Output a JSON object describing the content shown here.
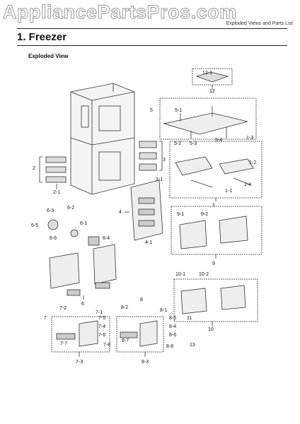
{
  "watermark": "AppliancePartsPros.com",
  "header_note": "Exploded Views and Parts List",
  "section_title": "1.  Freezer",
  "subtitle": "Exploded View",
  "labels": {
    "l1": "1",
    "l1_1": "1-1",
    "l1_2": "1-2",
    "l1_3": "1-3",
    "l1_4": "1-4",
    "l2": "2",
    "l2_1": "2-1",
    "l3": "3",
    "l3_1": "3-1",
    "l4": "4",
    "l4_1": "4-1",
    "l5": "5",
    "l5_1": "5-1",
    "l5_2": "5-2",
    "l5_3": "5-3",
    "l5_4": "5-4",
    "l6": "6",
    "l6_1": "6-1",
    "l6_2": "6-2",
    "l6_3": "6-3",
    "l6_4": "6-4",
    "l6_5": "6-5",
    "l6_6": "6-6",
    "l7": "7",
    "l7_1": "7-1",
    "l7_2": "7-2",
    "l7_3": "7-3",
    "l7_4": "7-4",
    "l7_5": "7-5",
    "l7_6": "7-6",
    "l7_7": "7-7",
    "l7_8": "7-8",
    "l8": "8",
    "l8_1": "8-1",
    "l8_2": "8-2",
    "l8_3": "8-3",
    "l8_4": "8-4",
    "l8_5": "8-5",
    "l8_6": "8-6",
    "l8_7": "8-7",
    "l8_8": "8-8",
    "l9": "9",
    "l9_1": "9-1",
    "l9_2": "9-2",
    "l10": "10",
    "l10_1": "10-1",
    "l10_2": "10-2",
    "l11": "11",
    "l12": "12",
    "l12_1": "12-1",
    "l13": "13"
  }
}
